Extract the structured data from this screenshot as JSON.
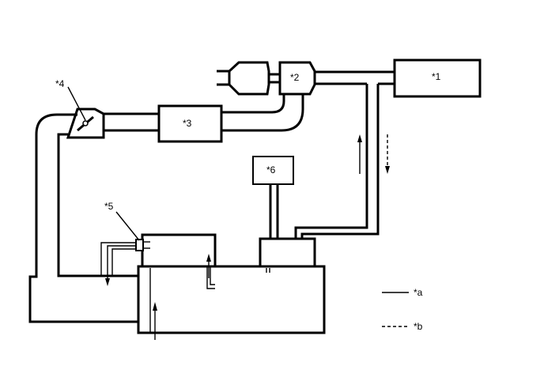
{
  "labels": {
    "c1": "*1",
    "c2": "*2",
    "c3": "*3",
    "c4": "*4",
    "c5": "*5",
    "c6": "*6"
  },
  "legend": {
    "solid": "*a",
    "dashed": "*b"
  }
}
